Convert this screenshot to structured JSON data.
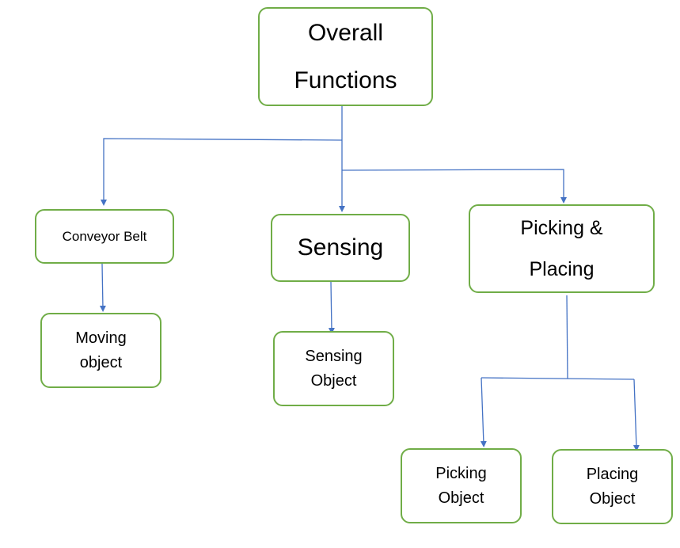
{
  "nodes": {
    "overall": {
      "line1": "Overall",
      "line2": "Functions"
    },
    "conveyor": {
      "label": "Conveyor Belt"
    },
    "sensing": {
      "label": "Sensing"
    },
    "picking_placing": {
      "line1": "Picking &",
      "line2": "Placing"
    },
    "moving": {
      "line1": "Moving",
      "line2": "object"
    },
    "sensing_object": {
      "line1": "Sensing",
      "line2": "Object"
    },
    "picking_object": {
      "line1": "Picking",
      "line2": "Object"
    },
    "placing_object": {
      "line1": "Placing",
      "line2": "Object"
    }
  },
  "colors": {
    "node_border": "#70ad47",
    "connector": "#4472c4"
  }
}
